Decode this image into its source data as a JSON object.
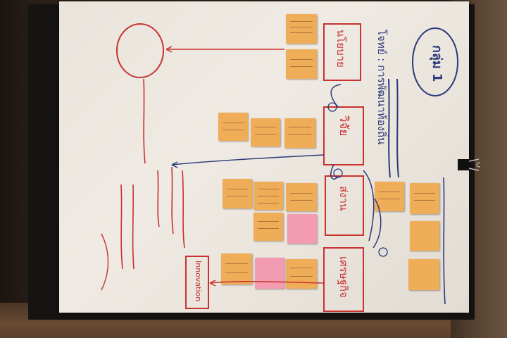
{
  "photo": {
    "description_colors": {
      "paper": "#ece7df",
      "sticky_orange": "#f0ad58",
      "sticky_pink": "#f39bb0",
      "red_marker": "#c8322f",
      "blue_marker": "#2c3a7a"
    }
  },
  "labels": {
    "group": "กลุ่ม 1",
    "topic": "โจทย์ : การพัฒนาท้องถิ่น",
    "box_policy": "นโยบาย",
    "box_research": "วิจัย",
    "box_work": "ส่งาน",
    "box_economy": "เศรษฐกิจ",
    "box_innovation": "Innovation"
  }
}
